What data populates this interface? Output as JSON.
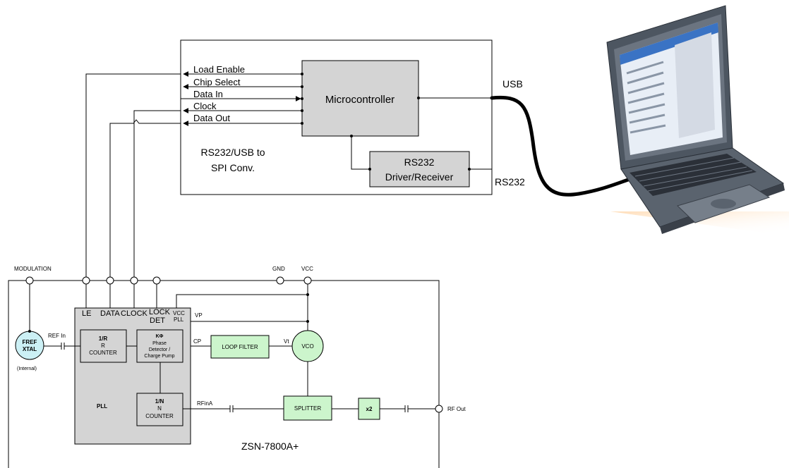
{
  "converter": {
    "signals": [
      "Load Enable",
      "Chip Select",
      "Data In",
      "Clock",
      "Data Out"
    ],
    "microcontroller": "Microcontroller",
    "rs232_driver": [
      "RS232",
      "Driver/Receiver"
    ],
    "caption": [
      "RS232/USB to",
      "SPI Conv."
    ],
    "usb_label": "USB",
    "rs232_label": "RS232"
  },
  "module": {
    "top_pins": {
      "modulation": "MODULATION",
      "gnd": "GND",
      "vcc": "VCC"
    },
    "pll_pins": [
      "LE",
      "DATA",
      "CLOCK",
      "LOCK",
      "DET",
      "VCC",
      "PLL"
    ],
    "pll_label": "PLL",
    "r_counter": [
      "1/R",
      "R",
      "COUNTER"
    ],
    "phase_detector": [
      "KΦ",
      "Phase",
      "Detector /",
      "Charge Pump"
    ],
    "n_counter": [
      "1/N",
      "N",
      "COUNTER"
    ],
    "xtal": [
      "FREF",
      "XTAL"
    ],
    "internal": "(Internal)",
    "ref_in": "REF In",
    "vp": "VP",
    "cp": "CP",
    "vt": "Vt",
    "loop_filter": "LOOP FILTER",
    "vco": "VCO",
    "rfina": "RFinA",
    "splitter": "SPLITTER",
    "doubler": "x2",
    "rf_out": "RF Out",
    "name": "ZSN-7800A+"
  },
  "colors": {
    "block_gray": "#d4d4d4",
    "block_green": "#ccf5cc",
    "xtal_fill": "#ccf0f5",
    "laptop_body": "#4d5661",
    "laptop_screen": "#e8eef6",
    "screen_bar": "#3a73c4",
    "cable": "#000000"
  },
  "icons": [
    "laptop-icon",
    "capacitor-icon",
    "arrow-icon"
  ]
}
